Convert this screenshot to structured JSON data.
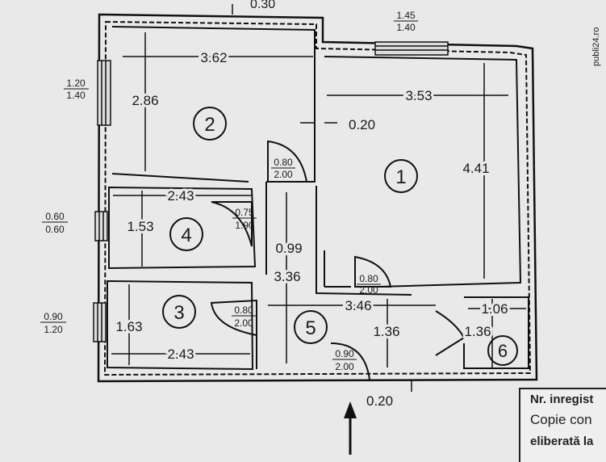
{
  "watermark": "publi24.ro",
  "rooms": [
    {
      "number": "1",
      "width": "3.53",
      "height": "4.41"
    },
    {
      "number": "2",
      "width": "3.62",
      "height": "2.86"
    },
    {
      "number": "3",
      "width": "2.43",
      "height": "1.63"
    },
    {
      "number": "4",
      "width": "2.43",
      "height": "1.53"
    },
    {
      "number": "5",
      "width": "3.46",
      "height": "3.36",
      "extra": "0.99"
    },
    {
      "number": "6",
      "width": "1.06",
      "height": "1.36"
    }
  ],
  "corridor_extra": "1.36",
  "wall_thickness_top": "0.30",
  "wall_thickness_inner": "0.20",
  "wall_thickness_bottom": "0.20",
  "windows": [
    {
      "top": "1.45",
      "bottom": "1.40"
    },
    {
      "top": "1.20",
      "bottom": "1.40"
    },
    {
      "top": "0.60",
      "bottom": "0.60"
    },
    {
      "top": "0.90",
      "bottom": "1.20"
    }
  ],
  "doors": [
    {
      "top": "0.80",
      "bottom": "2.00"
    },
    {
      "top": "0.75",
      "bottom": "1.90"
    },
    {
      "top": "0.80",
      "bottom": "2.00"
    },
    {
      "top": "0.80",
      "bottom": "2.00"
    },
    {
      "top": "0.90",
      "bottom": "2.00"
    }
  ],
  "registration": {
    "line1": "Nr. inregist",
    "line2": "Copie con",
    "line3": "eliberată la"
  }
}
